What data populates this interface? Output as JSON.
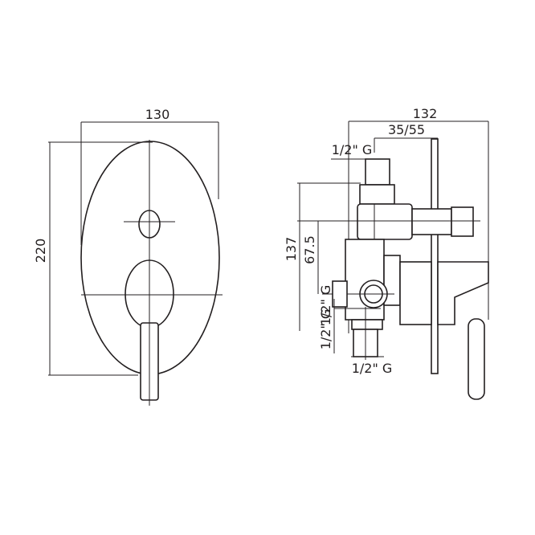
{
  "front_view": {
    "width_label": "130",
    "height_label": "220"
  },
  "side_view": {
    "depth_label": "132",
    "adjust_label": "35/55",
    "inlet_top_label": "1/2\" G",
    "height_outer_label": "137",
    "height_inner_label": "67.5",
    "side_inlet_upper_label": "1/2\" G",
    "side_inlet_lower_label": "1/2\" G",
    "bottom_inlet_label": "1/2\" G"
  },
  "colors": {
    "line": "#231f20",
    "background": "#ffffff"
  }
}
